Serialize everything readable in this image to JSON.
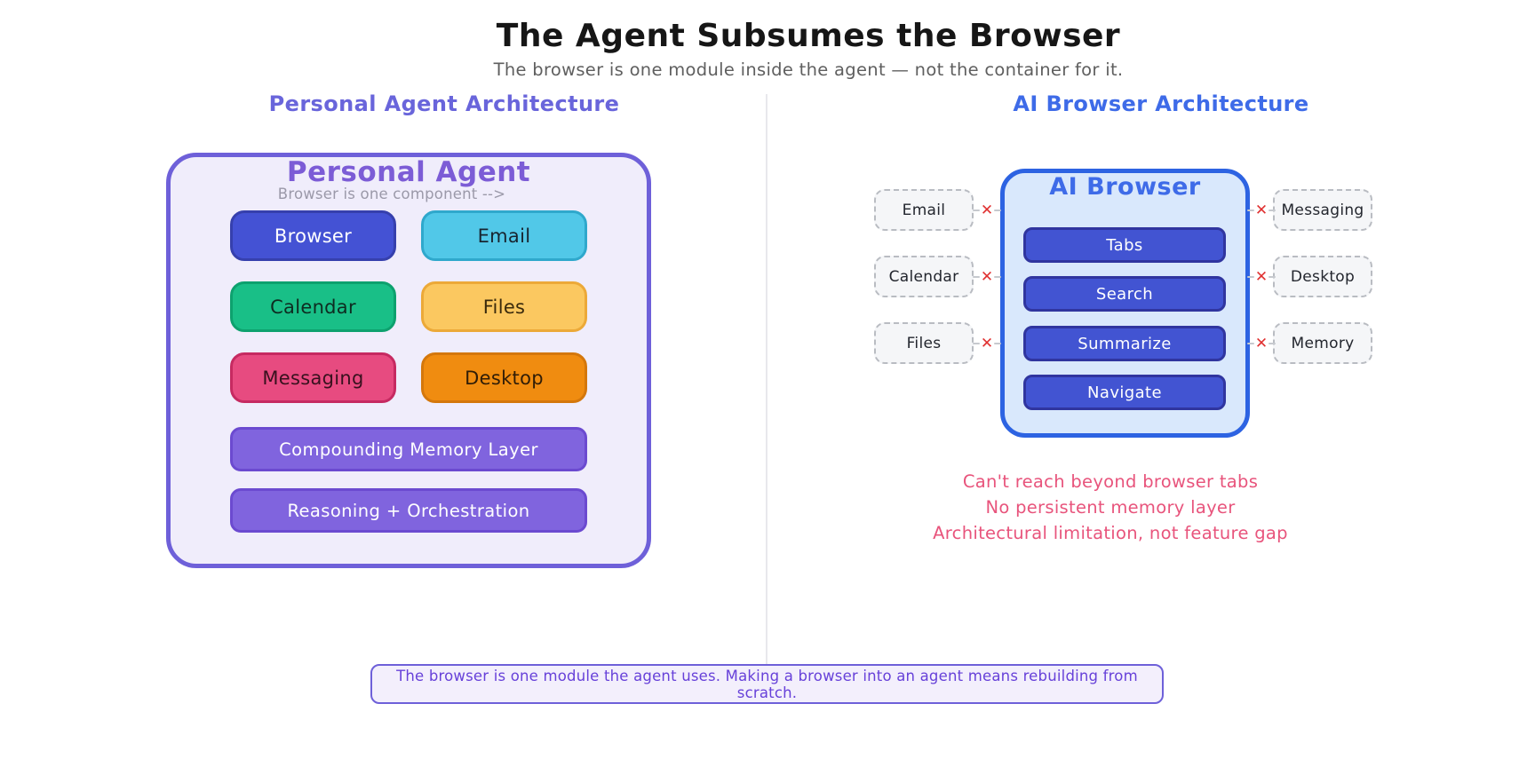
{
  "header": {
    "title": "The Agent Subsumes the Browser",
    "subtitle": "The browser is one module inside the agent — not the container for it."
  },
  "left_panel": {
    "heading": "Personal Agent Architecture",
    "container_title": "Personal Agent",
    "annotation": "Browser is one component -->",
    "modules": [
      {
        "label": "Browser",
        "fill": "#4452d4"
      },
      {
        "label": "Email",
        "fill": "#51c8e8"
      },
      {
        "label": "Calendar",
        "fill": "#19bf87"
      },
      {
        "label": "Files",
        "fill": "#fbc860"
      },
      {
        "label": "Messaging",
        "fill": "#e74b80"
      },
      {
        "label": "Desktop",
        "fill": "#f08c10"
      }
    ],
    "layers": [
      {
        "label": "Compounding Memory Layer",
        "fill": "#8064de"
      },
      {
        "label": "Reasoning + Orchestration",
        "fill": "#8064de"
      }
    ]
  },
  "right_panel": {
    "heading": "AI Browser Architecture",
    "container_title": "AI Browser",
    "container_fill": "#d9e8fc",
    "container_border": "#2d63e2",
    "features": [
      "Tabs",
      "Search",
      "Summarize",
      "Navigate"
    ],
    "blocked_left": [
      "Email",
      "Calendar",
      "Files"
    ],
    "blocked_right": [
      "Messaging",
      "Desktop",
      "Memory"
    ],
    "x_mark": "✕",
    "limitations": [
      "Can't reach beyond browser tabs",
      "No persistent memory layer",
      "Architectural limitation, not feature gap"
    ]
  },
  "footer": {
    "note": "The browser is one module the agent uses. Making a browser into an agent means rebuilding from scratch."
  },
  "colors": {
    "left_heading": "#6965db",
    "right_heading": "#3e6be8",
    "left_container_border": "#6e60d9",
    "left_container_fill": "#f0edfb",
    "limitation_text": "#e8547c",
    "x_mark": "#e03131",
    "footer_text": "#6741d9",
    "title_text": "#161616",
    "subtitle_text": "#5f5f5f"
  }
}
